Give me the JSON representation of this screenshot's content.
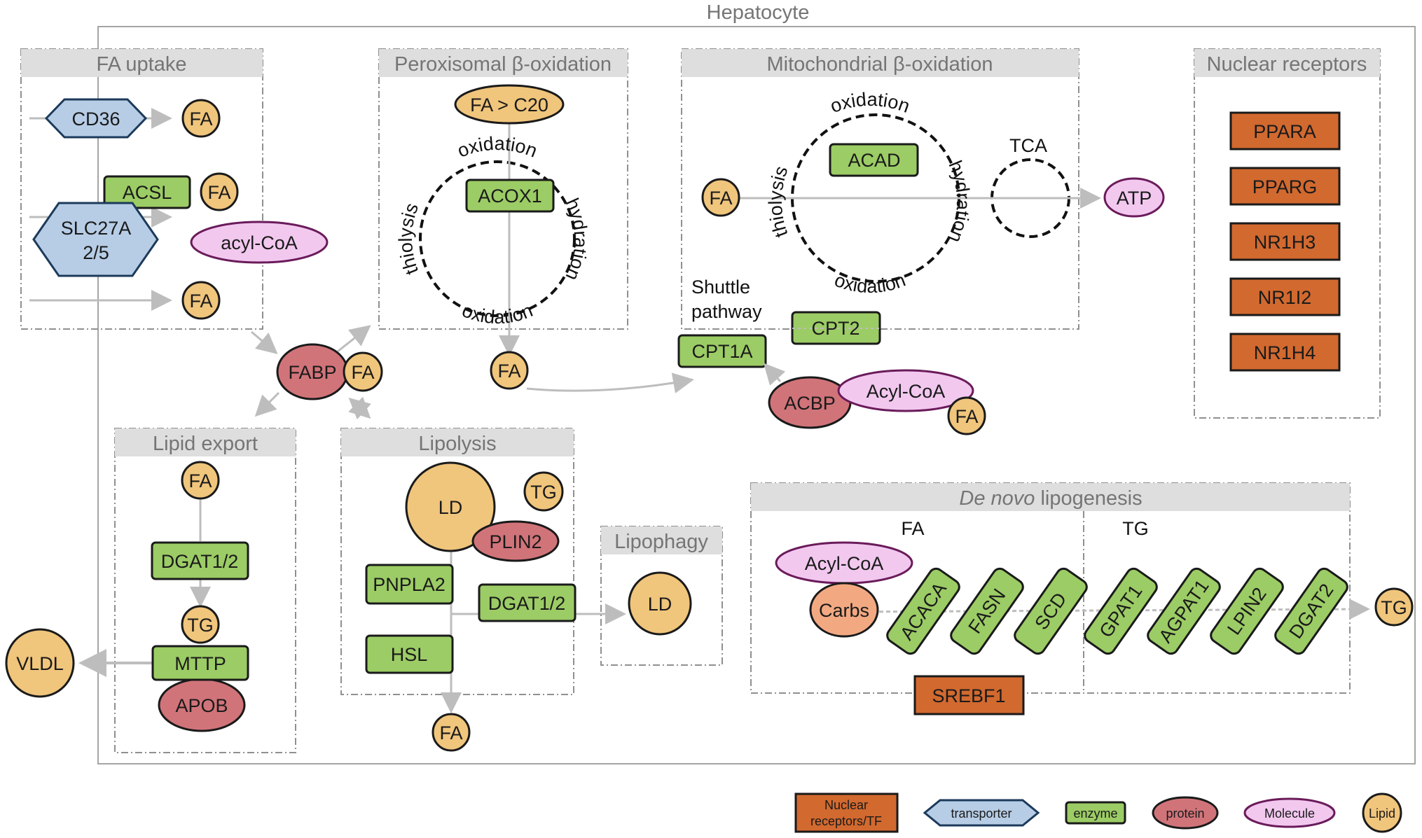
{
  "colors": {
    "nuclear": "#d2692f",
    "transporter": "#b7cde6",
    "enzyme": "#9ccc65",
    "protein": "#d1747a",
    "molecule": "#f2c8ef",
    "molecule_stroke": "#6a1b5a",
    "lipid": "#f0c57c",
    "carbs": "#f2a982",
    "arrow": "#bdbdbd",
    "header_bg": "#dedede",
    "frame": "#9e9e9e"
  },
  "hepatocyte_title": "Hepatocyte",
  "sections": {
    "fa_uptake": "FA uptake",
    "peroxisomal": "Peroxisomal β-oxidation",
    "mitochondrial": "Mitochondrial β-oxidation",
    "nuclear_receptors": "Nuclear receptors",
    "lipid_export": "Lipid export",
    "lipolysis": "Lipolysis",
    "lipophagy": "Lipophagy",
    "dnl_italic": "De novo",
    "dnl_rest": " lipogenesis"
  },
  "fa_uptake": {
    "cd36": "CD36",
    "fa1": "FA",
    "acsl": "ACSL",
    "fa2": "FA",
    "slc27a_line1": "SLC27A",
    "slc27a_line2": "2/5",
    "acyl_coa": "acyl-CoA",
    "fa3": "FA"
  },
  "peroxisomal": {
    "fa_c20": "FA > C20",
    "acox1": "ACOX1",
    "oxidation_top": "oxidation",
    "hydration": "hydration",
    "oxidation_bottom": "oxidation",
    "thiolysis": "thiolysis",
    "fa_out": "FA"
  },
  "mitochondrial": {
    "fa_in": "FA",
    "acad": "ACAD",
    "oxidation_top": "oxidation",
    "hydration": "hydration",
    "oxidation_bottom": "oxidation",
    "thiolysis": "thiolysis",
    "tca": "TCA",
    "atp": "ATP",
    "shuttle_line1": "Shuttle",
    "shuttle_line2": "pathway",
    "cpt2": "CPT2",
    "cpt1a": "CPT1A",
    "acbp": "ACBP",
    "acyl_coa": "Acyl-CoA",
    "fa_small": "FA"
  },
  "fabp": {
    "fabp": "FABP",
    "fa": "FA"
  },
  "nuclear_receptors": [
    "PPARA",
    "PPARG",
    "NR1H3",
    "NR1I2",
    "NR1H4"
  ],
  "lipid_export": {
    "fa": "FA",
    "dgat": "DGAT1/2",
    "tg": "TG",
    "mttp": "MTTP",
    "apob": "APOB",
    "vldl": "VLDL"
  },
  "lipolysis": {
    "ld": "LD",
    "tg": "TG",
    "plin2": "PLIN2",
    "pnpla2": "PNPLA2",
    "dgat": "DGAT1/2",
    "hsl": "HSL",
    "fa_out": "FA"
  },
  "lipophagy": {
    "ld": "LD"
  },
  "dnl": {
    "fa_label": "FA",
    "tg_label": "TG",
    "acyl_coa": "Acyl-CoA",
    "carbs": "Carbs",
    "enzymes_fa": [
      "ACACA",
      "FASN",
      "SCD"
    ],
    "enzymes_tg": [
      "GPAT1",
      "AGPAT1",
      "LPIN2",
      "DGAT2"
    ],
    "tg_out": "TG",
    "srebf1": "SREBF1"
  },
  "legend": {
    "nuclear_line1": "Nuclear",
    "nuclear_line2": "receptors/TF",
    "transporter": "transporter",
    "enzyme": "enzyme",
    "protein": "protein",
    "molecule": "Molecule",
    "lipid": "Lipid"
  }
}
